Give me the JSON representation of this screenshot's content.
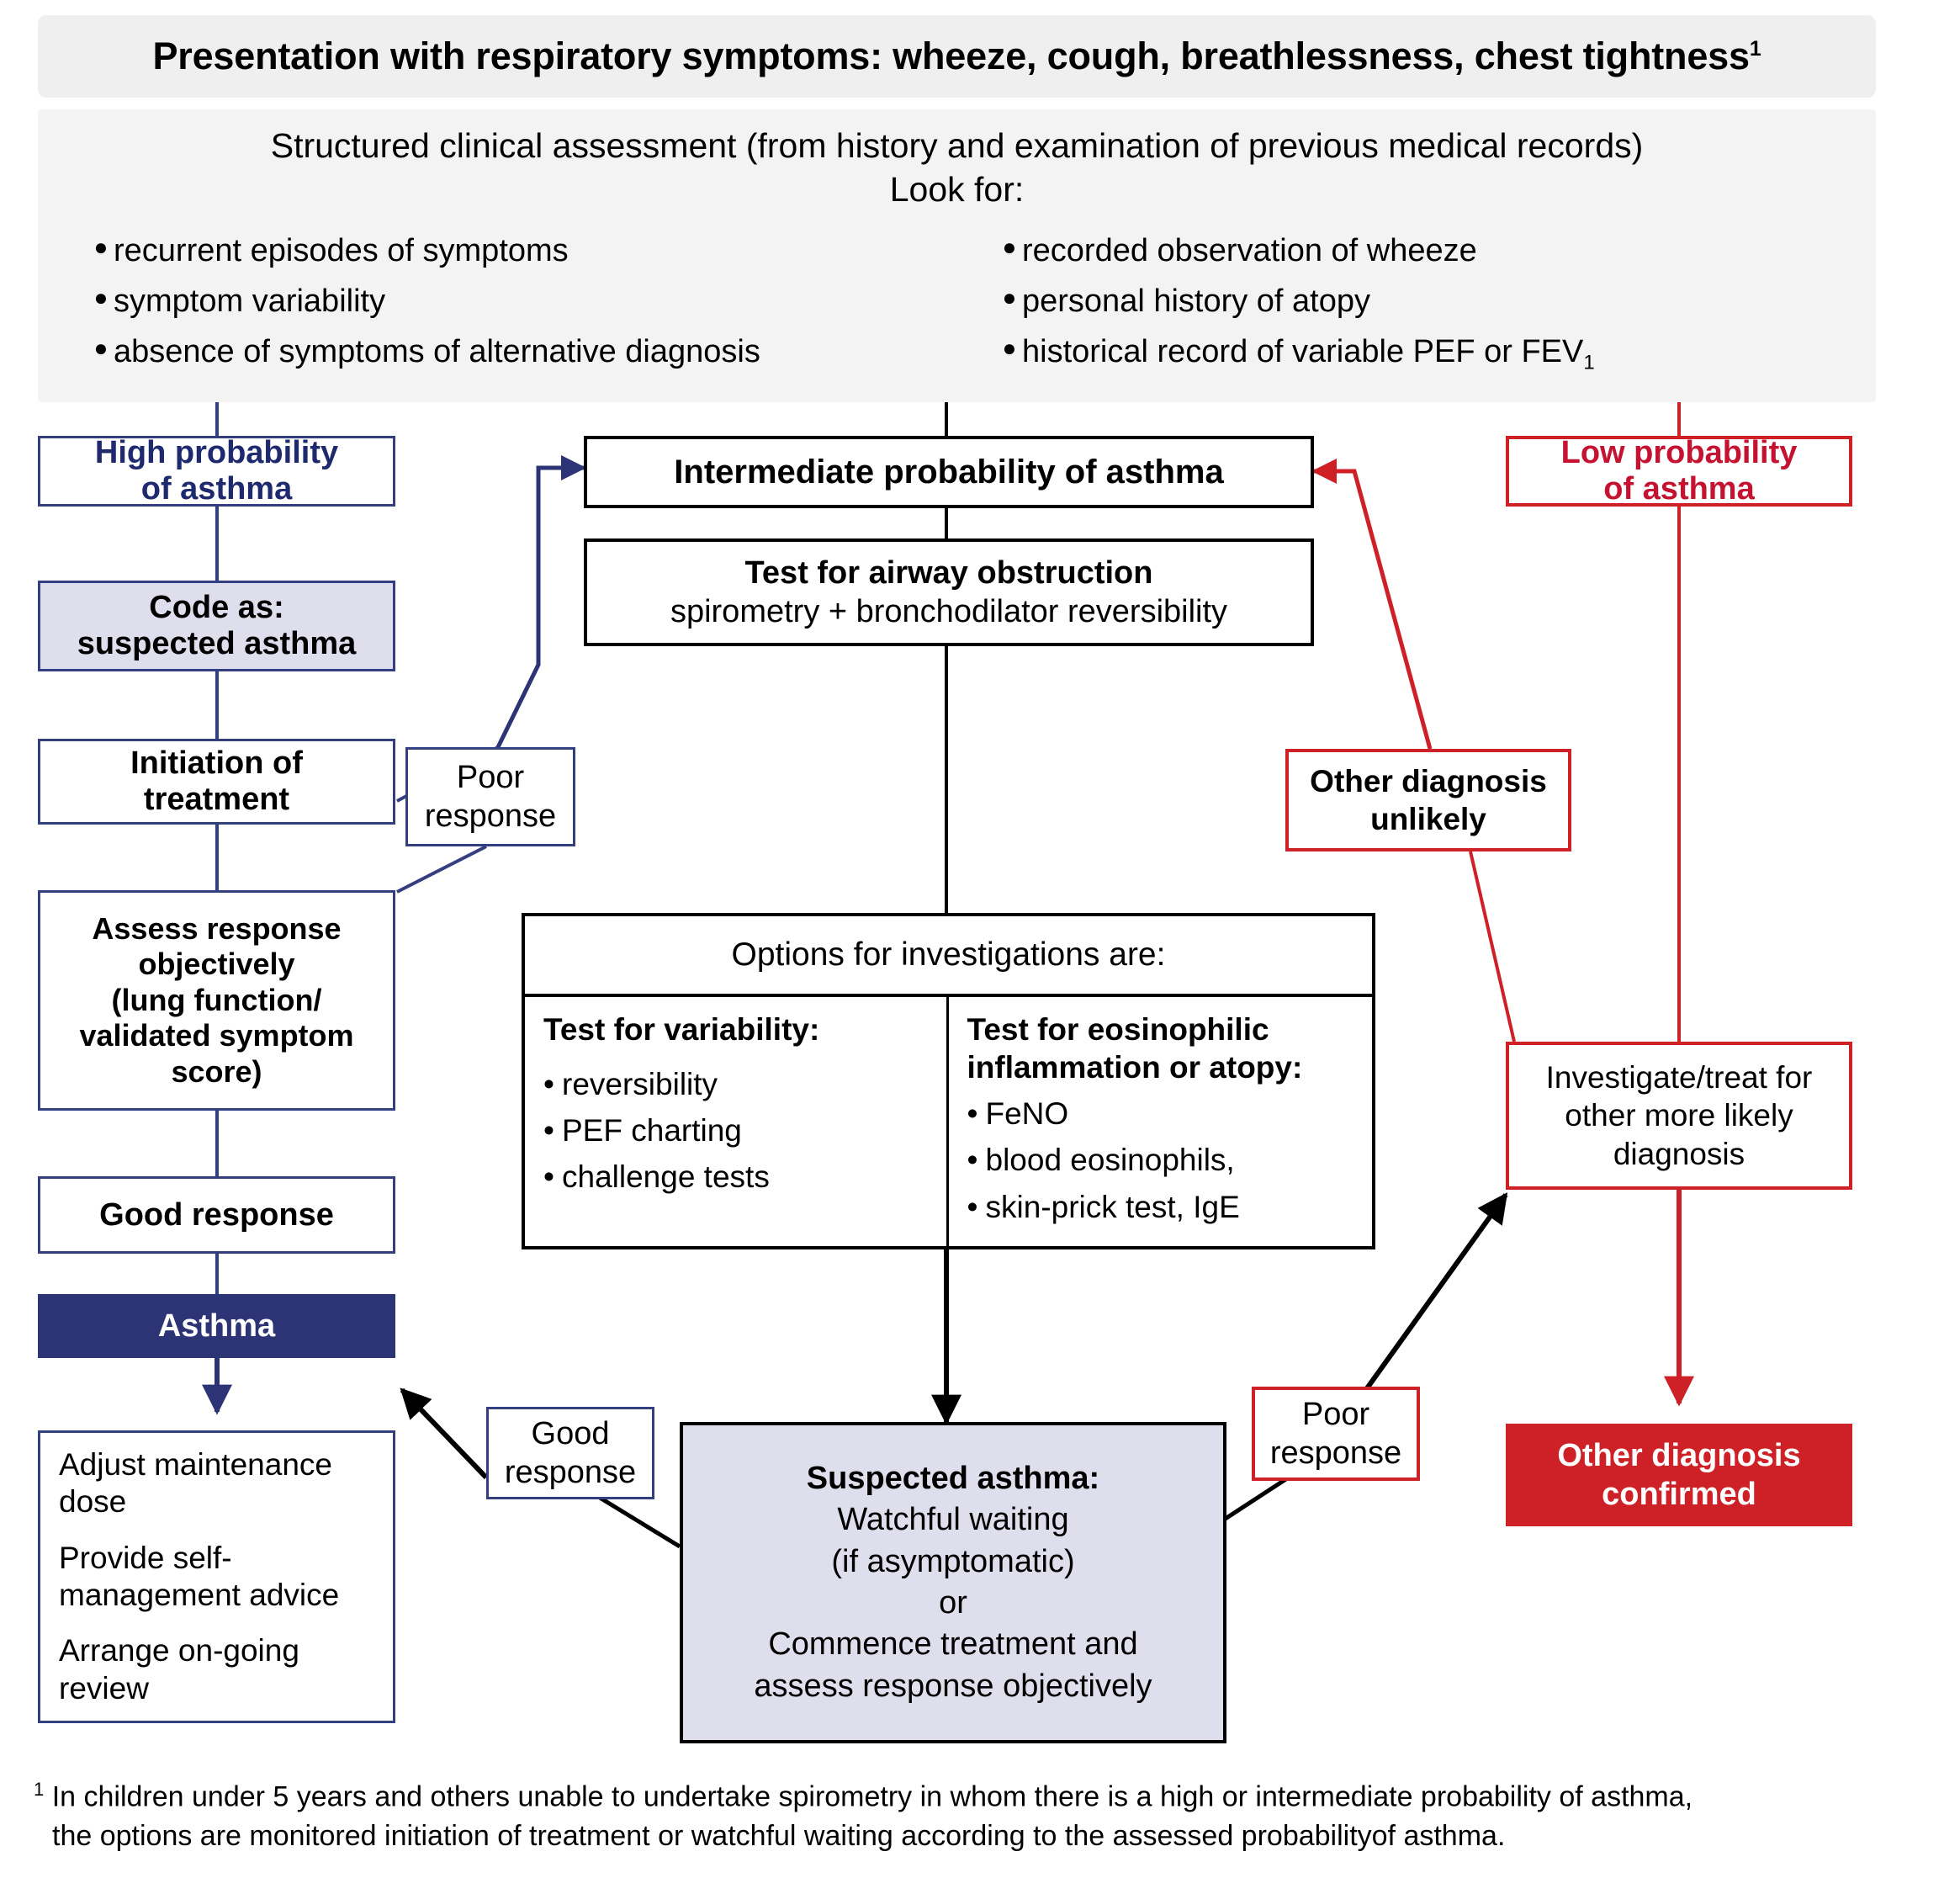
{
  "header": {
    "title": "Presentation with respiratory symptoms:  wheeze, cough, breathlessness, chest tightness",
    "title_marker": "1"
  },
  "assessment": {
    "heading": "Structured clinical assessment (from history and examination of previous medical records)",
    "look_for": "Look for:",
    "bullets_left": [
      "recurrent episodes of symptoms",
      "symptom variability",
      "absence of symptoms of alternative diagnosis"
    ],
    "bullets_right_1": "recorded observation of wheeze",
    "bullets_right_2": "personal history of atopy",
    "bullets_right_3_main": "historical record of variable PEF or FEV",
    "bullets_right_3_sub": "1"
  },
  "boxes": {
    "high_probability_l1": "High probability",
    "high_probability_l2": "of asthma",
    "code_as_l1": "Code as:",
    "code_as_l2": "suspected asthma",
    "initiation_l1": "Initiation of",
    "initiation_l2": "treatment",
    "assess_l1": "Assess response",
    "assess_l2": "objectively",
    "assess_l3": "(lung function/",
    "assess_l4": "validated symptom",
    "assess_l5": "score)",
    "good_response_left": "Good response",
    "asthma": "Asthma",
    "maintenance_l1": "Adjust maintenance",
    "maintenance_l2": "dose",
    "maintenance_l3": "Provide self-",
    "maintenance_l4": "management advice",
    "maintenance_l5": "Arrange on-going",
    "maintenance_l6": "review",
    "poor_response_upper_l1": "Poor",
    "poor_response_upper_l2": "response",
    "intermediate_probability": "Intermediate probability of asthma",
    "test_airway_l1": "Test for airway obstruction",
    "test_airway_l2": "spirometry + bronchodilator reversibility",
    "options_head": "Options for investigations are:",
    "opt_var_title": "Test for variability:",
    "opt_var_items": [
      "reversibility",
      "PEF charting",
      "challenge tests"
    ],
    "opt_eos_title_l1": "Test for eosinophilic",
    "opt_eos_title_l2": "inflammation or atopy:",
    "opt_eos_items": [
      "FeNO",
      "blood eosinophils,",
      "skin-prick test, IgE"
    ],
    "good_response_bottom_l1": "Good",
    "good_response_bottom_l2": "response",
    "suspected_l1": "Suspected asthma:",
    "suspected_l2": "Watchful waiting",
    "suspected_l3": "(if asymptomatic)",
    "suspected_l4": "or",
    "suspected_l5": "Commence treatment and",
    "suspected_l6": "assess response objectively",
    "poor_response_bottom_l1": "Poor",
    "poor_response_bottom_l2": "response",
    "low_probability_l1": "Low probability",
    "low_probability_l2": "of asthma",
    "other_unlikely_l1": "Other diagnosis",
    "other_unlikely_l2": "unlikely",
    "investigate_l1": "Investigate/treat for",
    "investigate_l2": "other more likely",
    "investigate_l3": "diagnosis",
    "other_confirmed_l1": "Other diagnosis",
    "other_confirmed_l2": "confirmed"
  },
  "footnote": {
    "marker": "1",
    "line1": " In children under 5 years and others unable to undertake spirometry in whom there is a high or intermediate probability of asthma,",
    "line2": "the options are monitored initiation of treatment or watchful waiting according to the assessed probabilityof asthma."
  },
  "colors": {
    "navy": "#2d3475",
    "navy_border": "#333f7f",
    "navy_text": "#1f2a6e",
    "red": "#ce2027",
    "red_text": "#c41230",
    "lavender": "#dedeec",
    "panel_gray": "#efefef"
  }
}
